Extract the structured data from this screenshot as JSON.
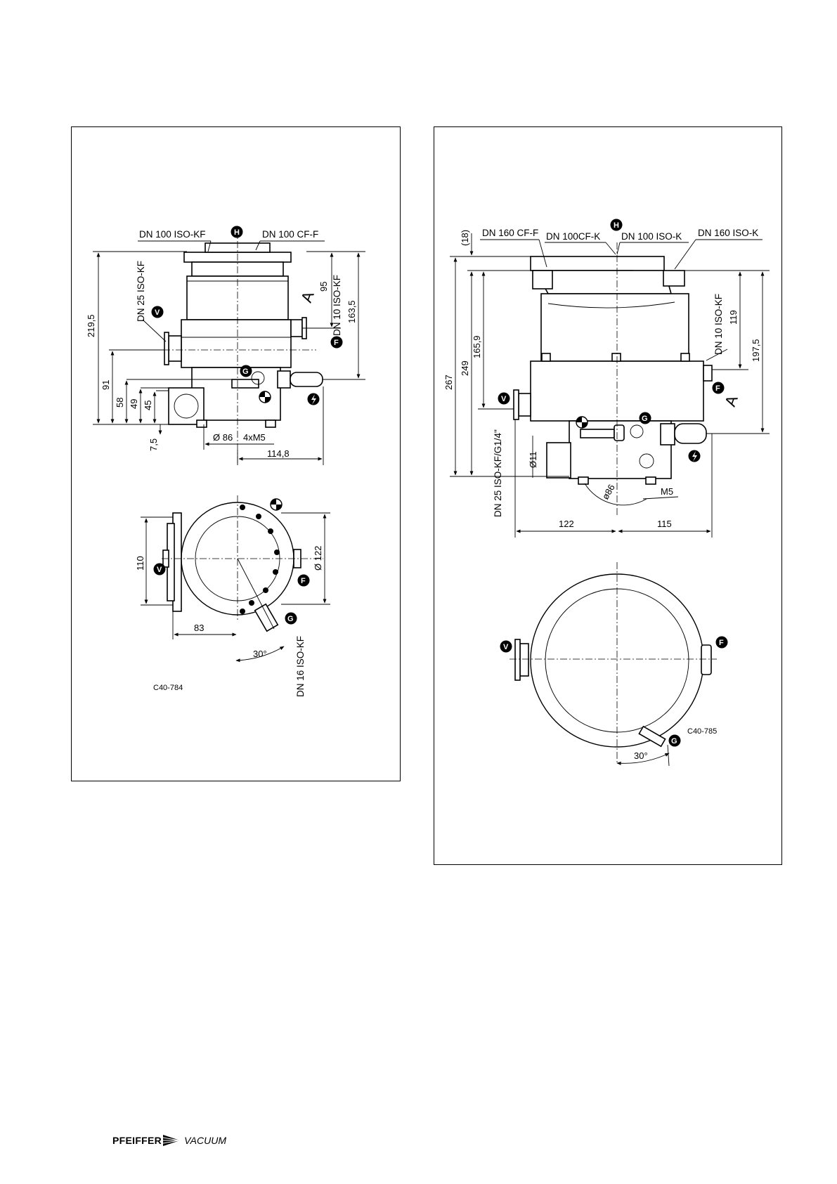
{
  "left": {
    "labels": {
      "top_left": "DN 100 ISO-KF",
      "top_right": "DN 100 CF-F",
      "side_v": "DN 25 ISO-KF",
      "side_f": "DN 10 ISO-KF",
      "bottom_g": "DN 16 ISO-KF",
      "view_a": "A",
      "figure_code": "C40-784"
    },
    "dims": {
      "h_total": "219,5",
      "h_91": "91",
      "h_58": "58",
      "h_49": "49",
      "h_45": "45",
      "h_75": "7,5",
      "h_95": "95",
      "h_1635": "163,5",
      "d86": "Ø 86",
      "m5": "4xM5",
      "w1148": "114,8",
      "w110": "110",
      "w83": "83",
      "d122": "Ø 122",
      "angle": "30°"
    }
  },
  "right": {
    "labels": {
      "top_1": "DN 160 CF-F",
      "top_2": "DN 100CF-K",
      "top_3": "DN 100 ISO-K",
      "top_4": "DN 160 ISO-K",
      "side_f": "DN 10 ISO-KF",
      "side_v": "DN 25 ISO-KF/G1/4\"",
      "view_a": "A",
      "figure_code": "C40-785"
    },
    "dims": {
      "h18": "(18)",
      "h267": "267",
      "h249": "249",
      "h1659": "165,9",
      "h119": "119",
      "h1975": "197,5",
      "d11": "Ø11",
      "d86": "ø86",
      "m5": "M5",
      "w122": "122",
      "w115": "115",
      "angle": "30°"
    }
  },
  "markers": {
    "H": "H",
    "V": "V",
    "F": "F",
    "G": "G"
  },
  "brand": {
    "name": "PFEIFFER",
    "sub": "VACUUM"
  }
}
